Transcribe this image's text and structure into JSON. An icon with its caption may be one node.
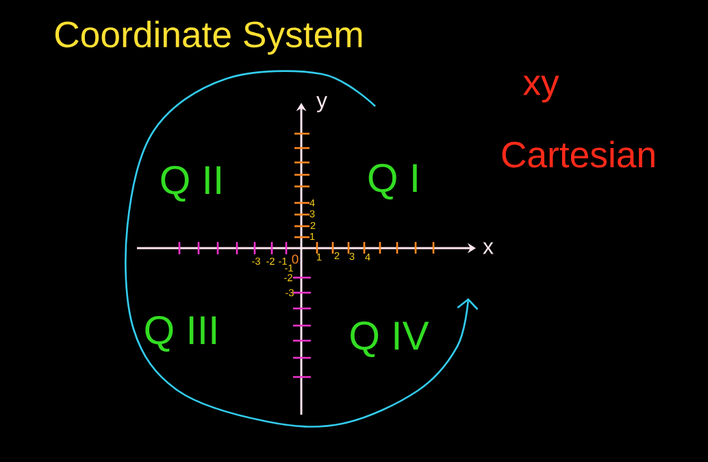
{
  "diagram": {
    "title": "Coordinate System",
    "labels": [
      "xy",
      "Cartesian",
      "y",
      "Q II",
      "Q I",
      "4",
      "3",
      "2",
      "1",
      "x",
      "1",
      "2",
      "3",
      "4",
      "-3",
      "-2",
      "-1",
      "0",
      "-1",
      "-2",
      "-3",
      "Q III",
      "Q IV"
    ]
  }
}
